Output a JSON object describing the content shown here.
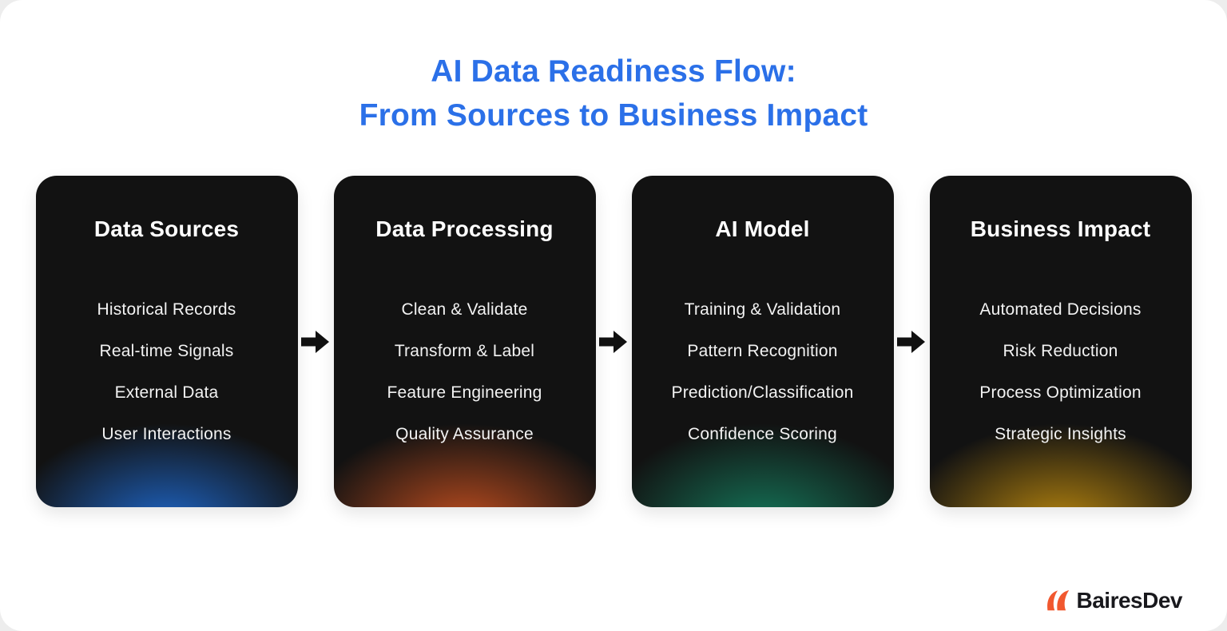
{
  "content": {
    "title": {
      "line1": "AI Data Readiness Flow:",
      "line2": "From Sources to Business Impact",
      "color": "#2b70e8"
    }
  },
  "flow": {
    "card_bg": "#121212",
    "arrow_color": "#111111",
    "stages": [
      {
        "title": "Data Sources",
        "glow_color": "#1e66c8",
        "items": [
          "Historical Records",
          "Real-time Signals",
          "External Data",
          "User Interactions"
        ]
      },
      {
        "title": "Data Processing",
        "glow_color": "#c14e1f",
        "items": [
          "Clean & Validate",
          "Transform & Label",
          "Feature Engineering",
          "Quality Assurance"
        ]
      },
      {
        "title": "AI Model",
        "glow_color": "#15775a",
        "items": [
          "Training & Validation",
          "Pattern Recognition",
          "Prediction/Classification",
          "Confidence Scoring"
        ]
      },
      {
        "title": "Business Impact",
        "glow_color": "#b8860e",
        "items": [
          "Automated Decisions",
          "Risk Reduction",
          "Process Optimization",
          "Strategic Insights"
        ]
      }
    ]
  },
  "footer": {
    "brand": "BairesDev",
    "logo_color": "#f1582f"
  }
}
